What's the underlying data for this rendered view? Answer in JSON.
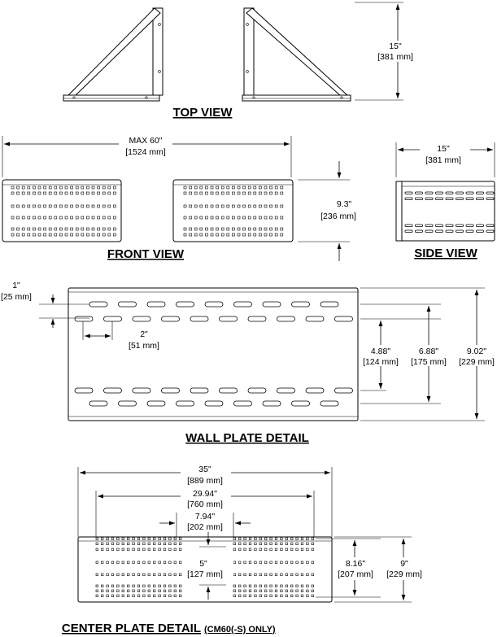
{
  "top_view": {
    "title": "TOP VIEW",
    "depth": "15\"",
    "depth_mm": "[381 mm]"
  },
  "front_view": {
    "title": "FRONT VIEW",
    "width": "MAX 60\"",
    "width_mm": "[1524 mm]",
    "height": "9.3\"",
    "height_mm": "[236 mm]"
  },
  "side_view": {
    "title": "SIDE VIEW",
    "width": "15\"",
    "width_mm": "[381 mm]"
  },
  "wall_plate": {
    "title": "WALL PLATE DETAIL",
    "offset": "1\"",
    "offset_mm": "[25 mm]",
    "slot_pitch": "2\"",
    "slot_pitch_mm": "[51 mm]",
    "inner_span": "4.88\"",
    "inner_span_mm": "[124 mm]",
    "outer_span": "6.88\"",
    "outer_span_mm": "[175 mm]",
    "height": "9.02\"",
    "height_mm": "[229 mm]"
  },
  "center_plate": {
    "title": "CENTER PLATE DETAIL",
    "title_note": "(CM60(-S) ONLY)",
    "overall_width": "35\"",
    "overall_width_mm": "[889 mm]",
    "hole_span": "29.94\"",
    "hole_span_mm": "[760 mm]",
    "center_gap": "7.94\"",
    "center_gap_mm": "[202 mm]",
    "center_height": "5\"",
    "center_height_mm": "[127 mm]",
    "hole_height": "8.16\"",
    "hole_height_mm": "[207 mm]",
    "height": "9\"",
    "height_mm": "[229 mm]"
  }
}
